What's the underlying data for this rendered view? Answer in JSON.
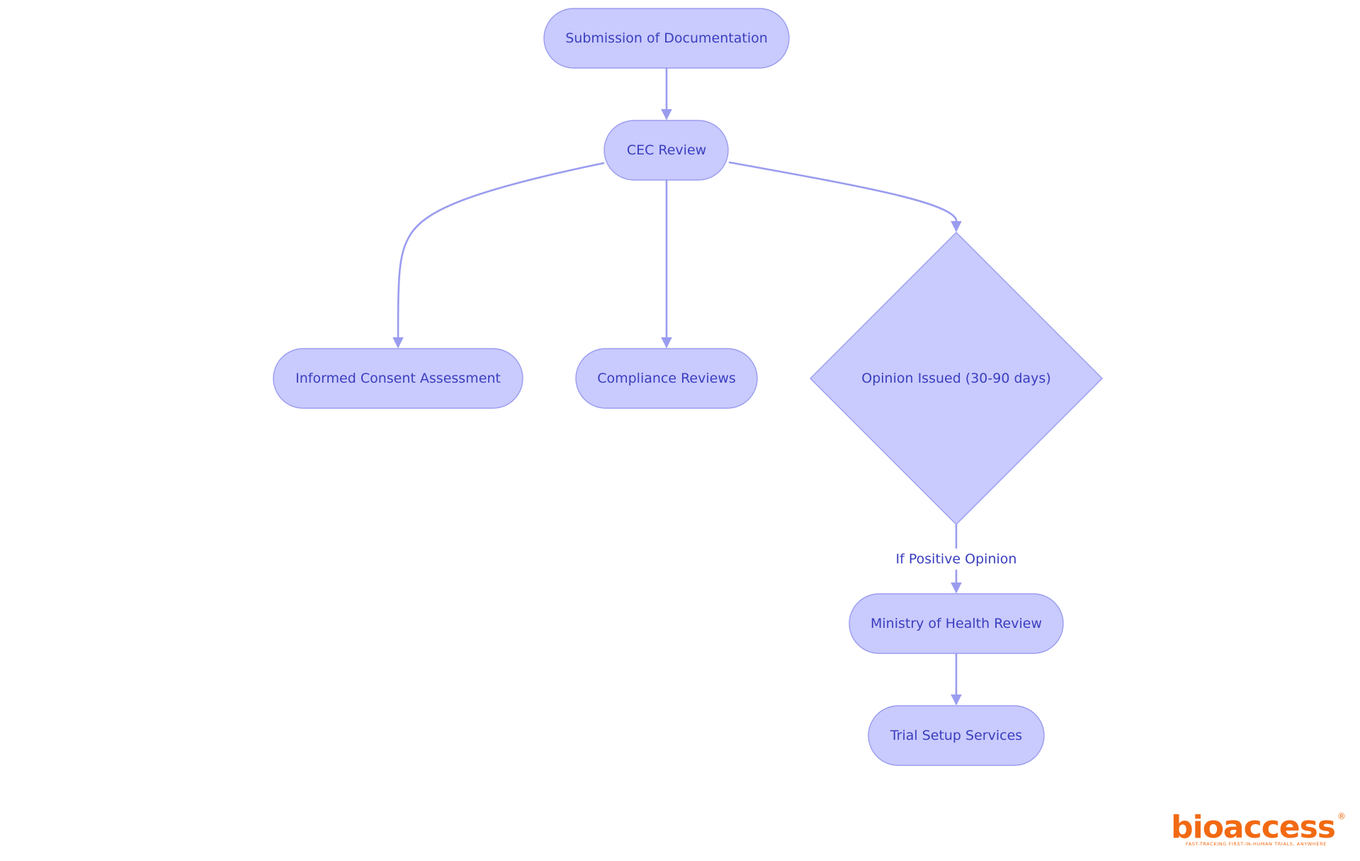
{
  "colors": {
    "node_fill": "#c9cafd",
    "node_stroke": "#9a9cef",
    "edge": "#9a9cef",
    "text": "#3a3fbf",
    "logo": "#f26a13"
  },
  "nodes": {
    "submission": {
      "label": "Submission of Documentation"
    },
    "cec_review": {
      "label": "CEC Review"
    },
    "informed_consent": {
      "label": "Informed Consent Assessment"
    },
    "compliance": {
      "label": "Compliance Reviews"
    },
    "opinion": {
      "label": "Opinion Issued (30-90 days)"
    },
    "ministry": {
      "label": "Ministry of Health Review"
    },
    "trial_setup": {
      "label": "Trial Setup Services"
    }
  },
  "edges": [
    {
      "from": "submission",
      "to": "cec_review",
      "label": ""
    },
    {
      "from": "cec_review",
      "to": "informed_consent",
      "label": ""
    },
    {
      "from": "cec_review",
      "to": "compliance",
      "label": ""
    },
    {
      "from": "cec_review",
      "to": "opinion",
      "label": ""
    },
    {
      "from": "opinion",
      "to": "ministry",
      "label": "If Positive Opinion"
    },
    {
      "from": "ministry",
      "to": "trial_setup",
      "label": ""
    }
  ],
  "logo": {
    "brand": "bioaccess",
    "registered_mark": "®",
    "tagline": "FAST-TRACKING FIRST-IN-HUMAN TRIALS, ANYWHERE"
  }
}
